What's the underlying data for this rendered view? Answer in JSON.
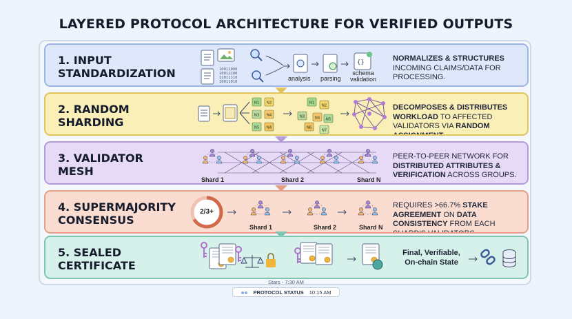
{
  "title": "LAYERED PROTOCOL ARCHITECTURE FOR VERIFIED OUTPUTS",
  "layers": [
    {
      "title": "1. INPUT\nSTANDARDIZATION",
      "desc_bold_1": "NORMALIZES & STRUCTURES",
      "desc_rest_1": "INCOMING CLAIMS/DATA FOR PROCESSING.",
      "labels": {
        "analysis": "analysis",
        "parsing": "parsing",
        "schema": "schema\nvalidation"
      }
    },
    {
      "title": "2. RANDOM\nSHARDING",
      "desc_bold_1": "DECOMPOSES & DISTRIBUTES WORKLOAD",
      "desc_rest_1": "TO AFFECTED VALIDATORS VIA",
      "desc_bold_2": "RANDOM ASSIGNMENT.",
      "nodes": [
        "N1",
        "N2",
        "N3",
        "N4",
        "N5",
        "N6",
        "N7"
      ]
    },
    {
      "title": "3. VALIDATOR\nMESH",
      "desc_rest_1": "PEER-TO-PEER NETWORK FOR",
      "desc_bold_1": "DISTRIBUTED ATTRIBUTES &",
      "desc_bold_2": "VERIFICATION",
      "desc_rest_2": "ACROSS GROUPS.",
      "shards": [
        "Shard 1",
        "Shard 2",
        "Shard N"
      ]
    },
    {
      "title": "4. SUPERMAJORITY\nCONSENSUS",
      "desc_rest_1": "REQUIRES >66.7%",
      "desc_bold_1": "STAKE AGREEMENT",
      "desc_rest_2": "ON",
      "desc_bold_2": "DATA CONSISTENCY",
      "desc_rest_3": "FROM EACH SHARD'S VALIDATORS.",
      "gauge": "2/3+",
      "shards": [
        "Shard 1",
        "Shard 2",
        "Shard N"
      ]
    },
    {
      "title": "5. SEALED\nCERTIFICATE",
      "final": "Final, Verifiable,\nOn-chain State"
    }
  ],
  "footer": {
    "stars": "Stars - 7:30 AM",
    "status_label": "PROTOCOL STATUS",
    "status_time": "10:15 AM"
  },
  "colors": {
    "layer1": "#dfe8fb",
    "layer2": "#fbefb8",
    "layer3": "#e6daf6",
    "layer4": "#fbdcd0",
    "layer5": "#d6f0ea"
  }
}
